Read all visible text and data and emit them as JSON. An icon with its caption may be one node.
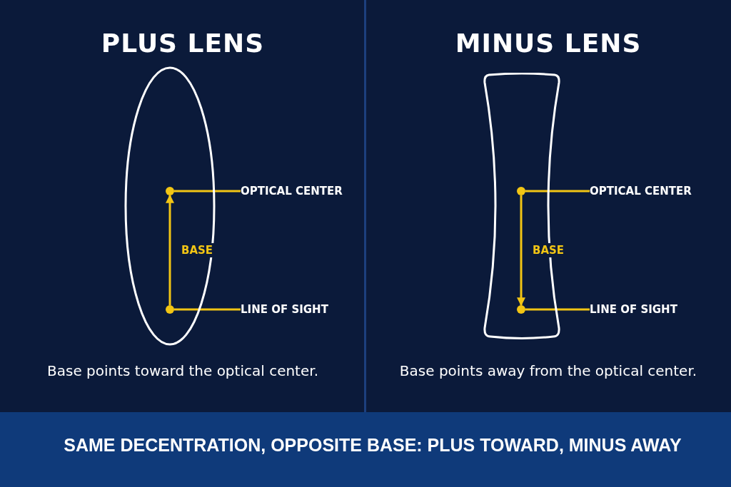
{
  "diagram": {
    "caption": "SAME DECENTRATION, OPPOSITE BASE: PLUS TOWARD, MINUS AWAY",
    "nodes": [
      {
        "text": [],
        "shape": "lens"
      },
      {
        "text": [],
        "shape": "circle",
        "in": 0
      },
      {
        "text": [],
        "shape": "circle",
        "in": 0
      },
      {
        "text": [
          "OPTICAL CENTER"
        ]
      },
      {
        "text": [
          "LINE OF SIGHT"
        ]
      },
      {
        "text": [],
        "shape": "lens"
      },
      {
        "text": [],
        "shape": "circle",
        "in": 5
      },
      {
        "text": [],
        "shape": "circle",
        "in": 5
      },
      {
        "text": [
          "OPTICAL CENTER"
        ]
      },
      {
        "text": [
          "LINE OF SIGHT"
        ]
      }
    ],
    "edges": [
      {
        "from": 3,
        "to": 1,
        "arrow": "none"
      },
      {
        "from": 4,
        "to": 2,
        "arrow": "none"
      },
      {
        "from": 2,
        "to": 1,
        "arrow": "to",
        "label": "BASE"
      },
      {
        "from": 8,
        "to": 6,
        "arrow": "none"
      },
      {
        "from": 9,
        "to": 7,
        "arrow": "none"
      },
      {
        "from": 6,
        "to": 7,
        "arrow": "to",
        "label": "BASE"
      }
    ],
    "labels": [
      "PLUS LENS",
      "MINUS LENS",
      "Base points toward the optical center.",
      "Base points away from the optical center."
    ]
  }
}
